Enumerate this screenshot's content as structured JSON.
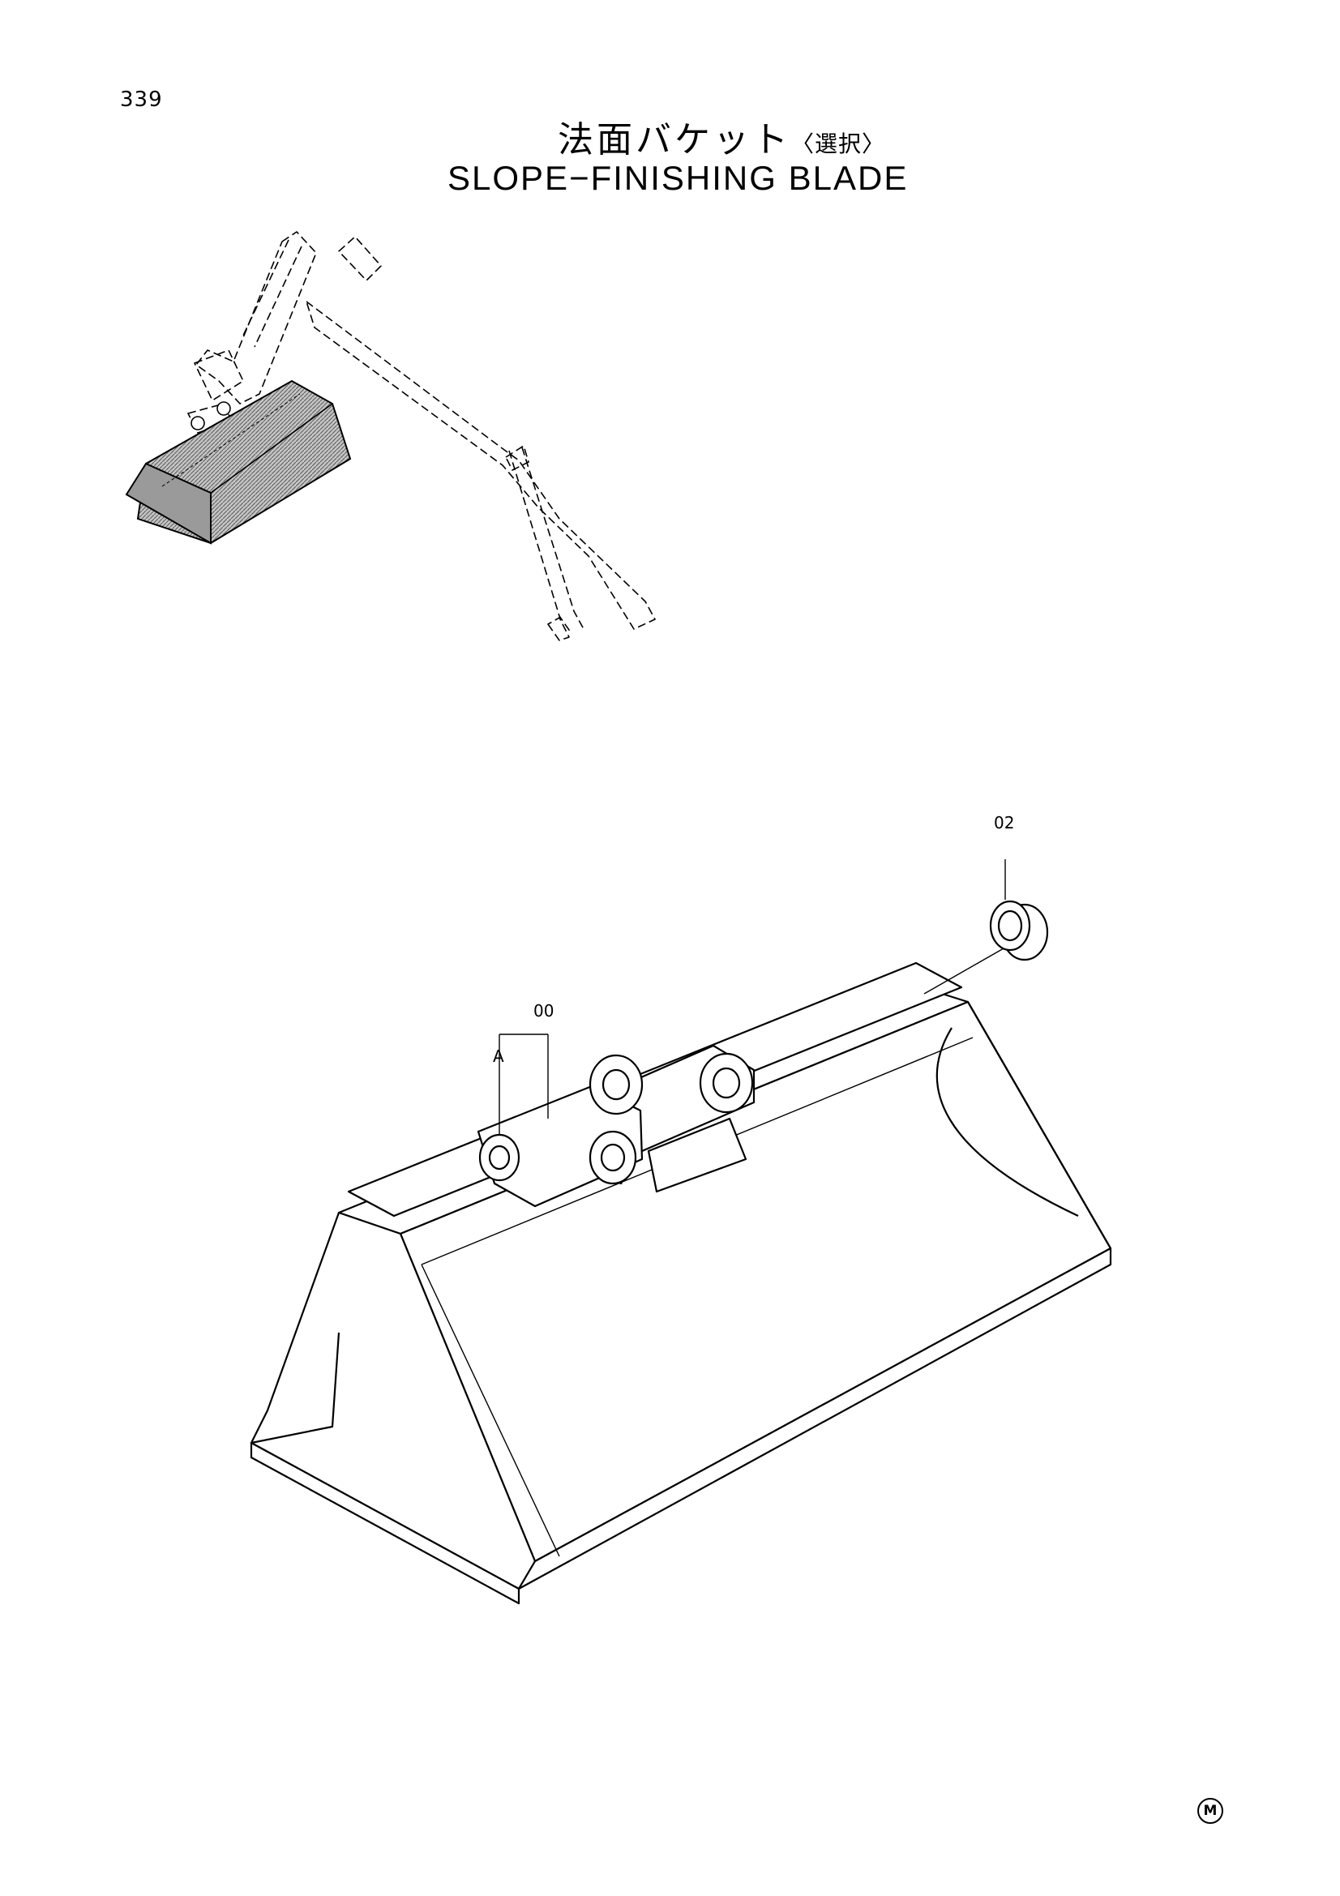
{
  "page": {
    "number": "339",
    "title_jp": "法面バケット",
    "title_jp_suffix": "〈選択〉",
    "title_en": "SLOPE−FINISHING BLADE"
  },
  "callouts": {
    "seal": "02",
    "bucket": "00",
    "detail": "A"
  },
  "corner_mark": "M",
  "colors": {
    "ink": "#000000",
    "paper": "#ffffff",
    "shade": "#8a8a8a"
  },
  "icons": {
    "corner_mark": "circled-m-icon"
  }
}
